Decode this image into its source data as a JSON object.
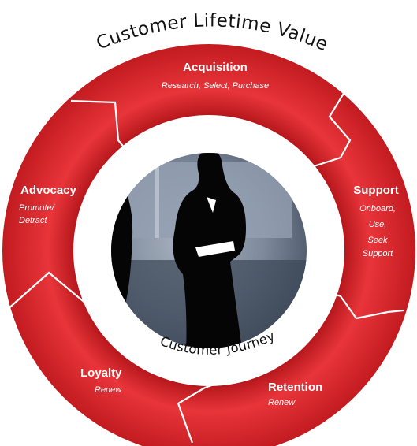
{
  "diagram": {
    "title": "Customer Lifetime Value",
    "center_label": "Customer Journey",
    "colors": {
      "ring_light": "#e8353a",
      "ring_dark": "#a80f14",
      "segment_border": "#ffffff",
      "center_bg": "#8593a6",
      "silhouette": "#050505"
    },
    "segments": [
      {
        "title": "Acquisition",
        "subtitle_lines": [
          "Research, Select, Purchase"
        ]
      },
      {
        "title": "Support",
        "subtitle_lines": [
          "Onboard,",
          "Use,",
          "Seek",
          "Support"
        ]
      },
      {
        "title": "Retention",
        "subtitle_lines": [
          "Renew"
        ]
      },
      {
        "title": "Loyalty",
        "subtitle_lines": [
          "Renew"
        ]
      },
      {
        "title": "Advocacy",
        "subtitle_lines": [
          "Promote/",
          "Detract"
        ]
      }
    ]
  }
}
